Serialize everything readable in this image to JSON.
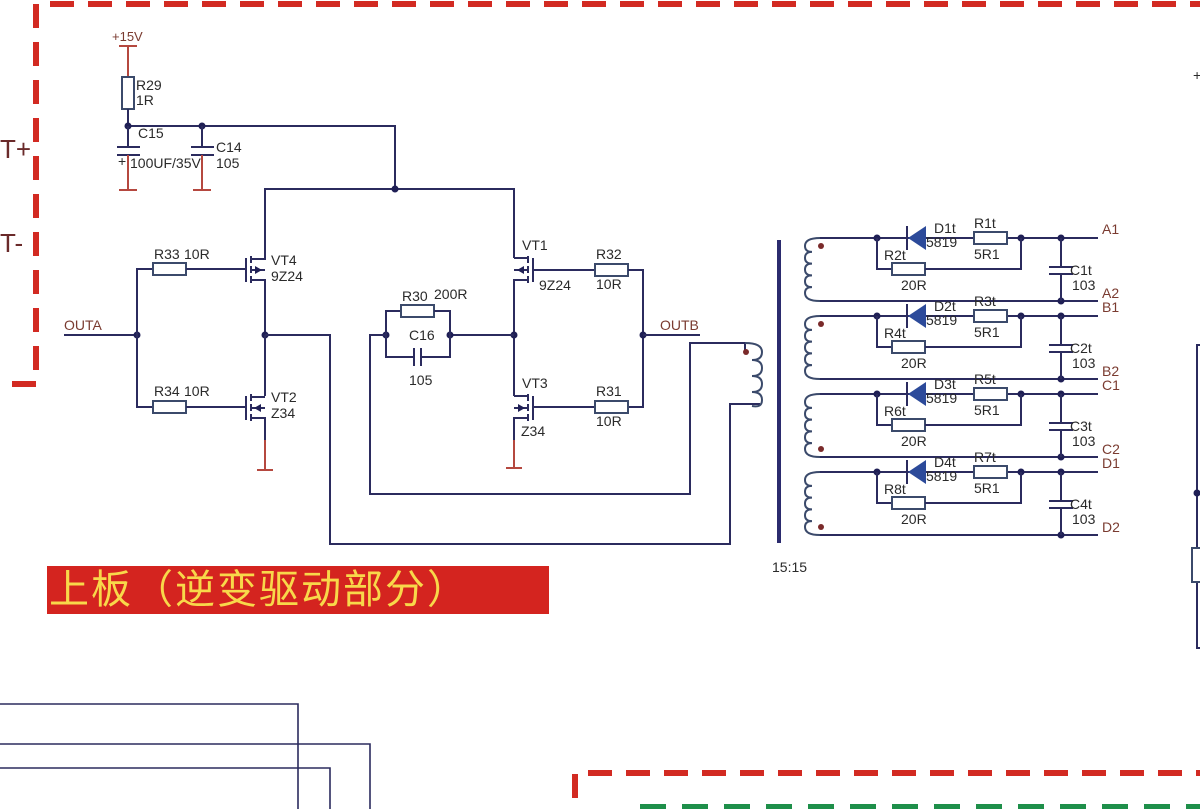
{
  "diagram": {
    "type": "circuit-schematic",
    "title_banner": "上板（逆变驱动部分）",
    "colors": {
      "wire": "#2b2b5e",
      "border_red": "#d22a22",
      "border_green": "#1e8f4a",
      "banner_bg": "#d4241f",
      "banner_text": "#f8d84a"
    },
    "side_labels": {
      "t_plus": "T+",
      "t_minus": "T-",
      "right_plus": "+"
    },
    "power": {
      "vcc_label": "+15V"
    },
    "nets": {
      "outa": "OUTA",
      "outb": "OUTB"
    },
    "components": {
      "r29": {
        "ref": "R29",
        "value": "1R"
      },
      "c15": {
        "ref": "C15",
        "value": "100UF/35V",
        "polarity": "+"
      },
      "c14": {
        "ref": "C14",
        "value": "105"
      },
      "r33": {
        "ref": "R33",
        "value": "10R"
      },
      "r34": {
        "ref": "R34",
        "value": "10R"
      },
      "vt4": {
        "ref": "VT4",
        "value": "9Z24"
      },
      "vt2": {
        "ref": "VT2",
        "value": "Z34"
      },
      "r30": {
        "ref": "R30",
        "value": "200R"
      },
      "c16": {
        "ref": "C16",
        "value": "105"
      },
      "vt1": {
        "ref": "VT1",
        "value": "9Z24"
      },
      "vt3": {
        "ref": "VT3",
        "value": "Z34"
      },
      "r32": {
        "ref": "R32",
        "value": "10R"
      },
      "r31": {
        "ref": "R31",
        "value": "10R"
      },
      "transformer": {
        "ratio": "15:15"
      }
    },
    "outputs": [
      {
        "diode": "D1t",
        "diode_value": "5819",
        "series_r": "R1t",
        "series_r_value": "5R1",
        "parallel_r": "R2t",
        "parallel_r_value": "20R",
        "cap": "C1t",
        "cap_value": "103",
        "pos": "A1",
        "neg": "A2"
      },
      {
        "diode": "D2t",
        "diode_value": "5819",
        "series_r": "R3t",
        "series_r_value": "5R1",
        "parallel_r": "R4t",
        "parallel_r_value": "20R",
        "cap": "C2t",
        "cap_value": "103",
        "pos": "B1",
        "neg": "B2"
      },
      {
        "diode": "D3t",
        "diode_value": "5819",
        "series_r": "R5t",
        "series_r_value": "5R1",
        "parallel_r": "R6t",
        "parallel_r_value": "20R",
        "cap": "C3t",
        "cap_value": "103",
        "pos": "C1",
        "neg": "C2"
      },
      {
        "diode": "D4t",
        "diode_value": "5819",
        "series_r": "R7t",
        "series_r_value": "5R1",
        "parallel_r": "R8t",
        "parallel_r_value": "20R",
        "cap": "C4t",
        "cap_value": "103",
        "pos": "D1",
        "neg": "D2"
      }
    ]
  }
}
